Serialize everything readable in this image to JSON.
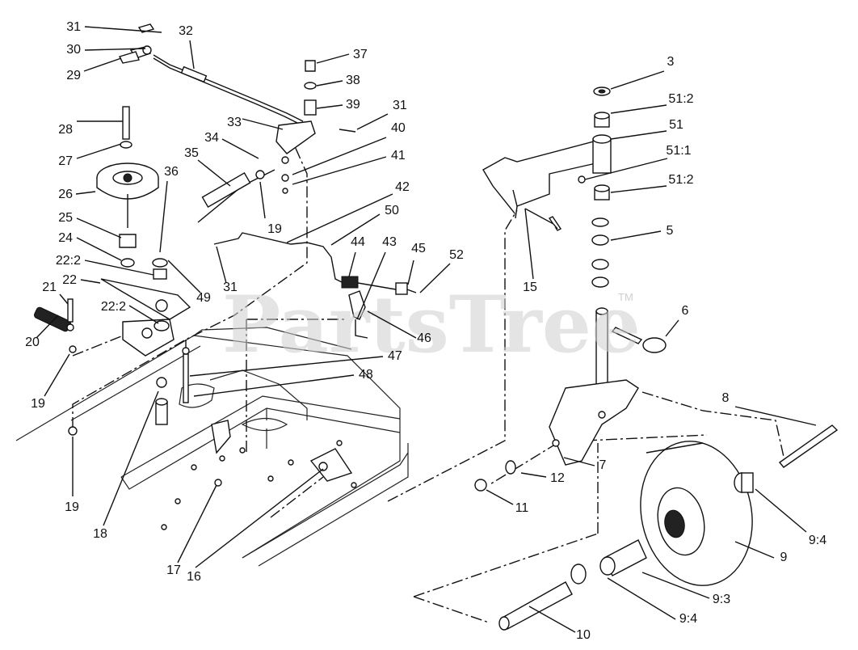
{
  "watermark": {
    "text": "PartsTree",
    "trademark": "TM"
  },
  "callouts": [
    {
      "label": "31"
    },
    {
      "label": "30"
    },
    {
      "label": "29"
    },
    {
      "label": "32"
    },
    {
      "label": "28"
    },
    {
      "label": "27"
    },
    {
      "label": "26"
    },
    {
      "label": "36"
    },
    {
      "label": "35"
    },
    {
      "label": "34"
    },
    {
      "label": "33"
    },
    {
      "label": "37"
    },
    {
      "label": "38"
    },
    {
      "label": "39"
    },
    {
      "label": "31"
    },
    {
      "label": "40"
    },
    {
      "label": "41"
    },
    {
      "label": "25"
    },
    {
      "label": "24"
    },
    {
      "label": "22:2"
    },
    {
      "label": "22"
    },
    {
      "label": "21"
    },
    {
      "label": "22:2"
    },
    {
      "label": "49"
    },
    {
      "label": "19"
    },
    {
      "label": "42"
    },
    {
      "label": "50"
    },
    {
      "label": "44"
    },
    {
      "label": "43"
    },
    {
      "label": "45"
    },
    {
      "label": "52"
    },
    {
      "label": "31"
    },
    {
      "label": "20"
    },
    {
      "label": "19"
    },
    {
      "label": "46"
    },
    {
      "label": "47"
    },
    {
      "label": "48"
    },
    {
      "label": "19"
    },
    {
      "label": "18"
    },
    {
      "label": "17"
    },
    {
      "label": "16"
    },
    {
      "label": "3"
    },
    {
      "label": "51:2"
    },
    {
      "label": "51"
    },
    {
      "label": "51:1"
    },
    {
      "label": "51:2"
    },
    {
      "label": "5"
    },
    {
      "label": "15"
    },
    {
      "label": "6"
    },
    {
      "label": "8"
    },
    {
      "label": "7"
    },
    {
      "label": "12"
    },
    {
      "label": "11"
    },
    {
      "label": "9:4"
    },
    {
      "label": "9"
    },
    {
      "label": "9:3"
    },
    {
      "label": "9:4"
    },
    {
      "label": "10"
    }
  ]
}
